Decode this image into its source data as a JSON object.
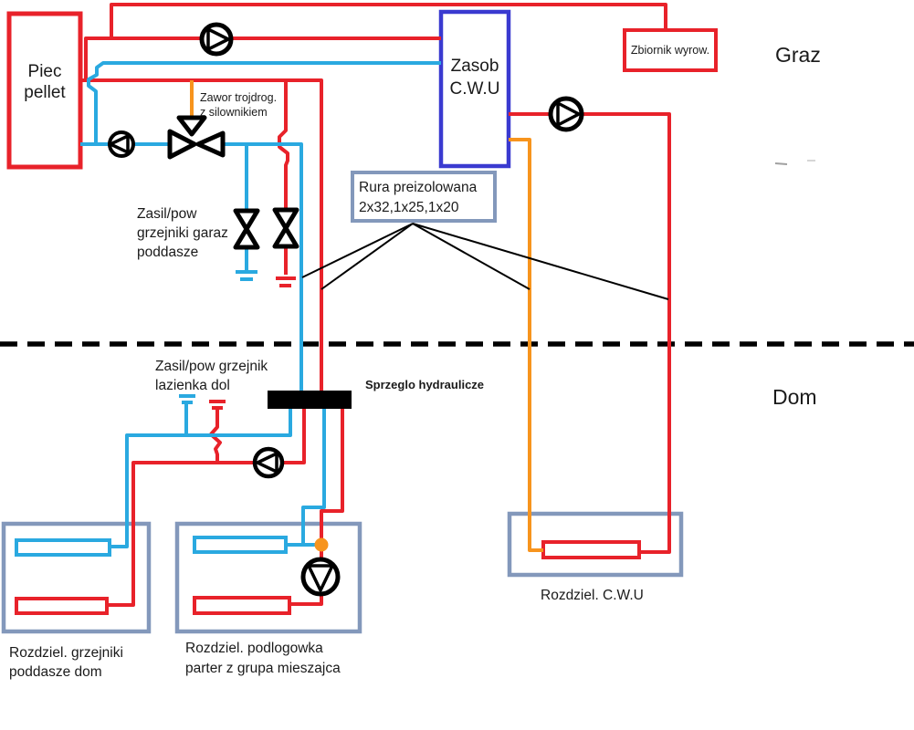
{
  "zones": {
    "garage": "Graz",
    "house": "Dom"
  },
  "equipment": {
    "boiler": {
      "line1": "Piec",
      "line2": "pellet"
    },
    "dhw_tank": {
      "line1": "Zasob",
      "line2": "C.W.U"
    },
    "expansion_tank": {
      "label": "Zbiornik wyrow."
    },
    "hydraulic_separator": {
      "label": "Sprzeglo hydraulicze"
    }
  },
  "annotations": {
    "three_way_valve": {
      "line1": "Zawor trojdrog.",
      "line2": "z silownikiem"
    },
    "preinsulated_pipe": {
      "line1": "Rura preizolowana",
      "line2": "2x32,1x25,1x20"
    },
    "garage_radiators": {
      "line1": "Zasil/pow",
      "line2": "grzejniki garaz",
      "line3": "poddasze"
    },
    "bathroom_radiator": {
      "line1": "Zasil/pow grzejnik",
      "line2": "lazienka dol"
    }
  },
  "manifolds": {
    "radiators_attic": {
      "line1": "Rozdziel. grzejniki",
      "line2": "poddasze dom"
    },
    "floor_heating": {
      "line1": "Rozdziel. podlogowka",
      "line2": "parter z grupa mieszajca"
    },
    "dhw": {
      "label": "Rozdziel. C.W.U"
    }
  },
  "colors": {
    "supply_red": "#e8222a",
    "return_blue": "#2aa9e0",
    "circulation_orange": "#f7941d",
    "tank_border_blue": "#3a3ad0",
    "panel_border_gray": "#8398bb"
  }
}
